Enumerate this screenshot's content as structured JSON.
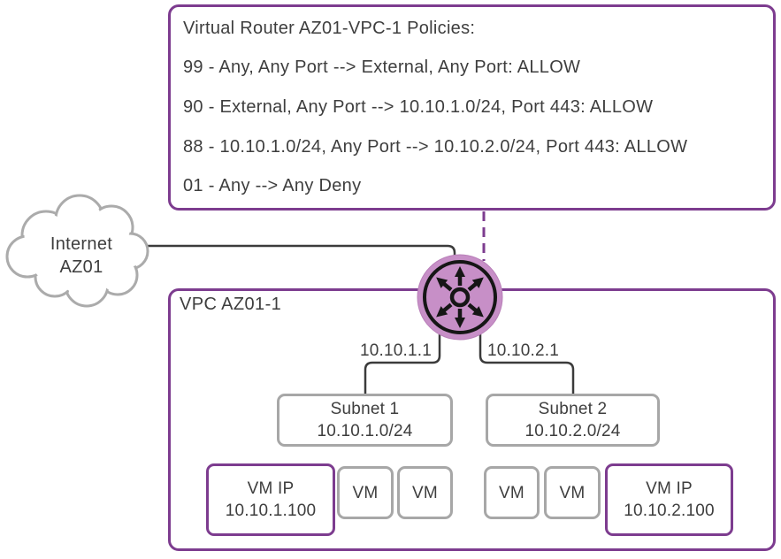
{
  "colors": {
    "accent_purple": "#7d3c8f",
    "router_fill": "#c78fc7",
    "gray_border": "#a7a7a7",
    "line_dark": "#3b3b3b",
    "text": "#3e3e3e"
  },
  "icons": {
    "router": "router-icon",
    "internet_cloud": "cloud-icon"
  },
  "policies_box": {
    "title": "Virtual Router AZ01-VPC-1 Policies:",
    "rules": [
      "99 - Any, Any Port --> External, Any Port: ALLOW",
      "90 - External, Any Port --> 10.10.1.0/24, Port 443: ALLOW",
      "88 - 10.10.1.0/24, Any Port --> 10.10.2.0/24, Port 443: ALLOW",
      "01 - Any --> Any Deny"
    ]
  },
  "internet_cloud": {
    "line1": "Internet",
    "line2": "AZ01"
  },
  "vpc": {
    "label": "VPC AZ01-1",
    "router_interfaces": [
      {
        "ip": "10.10.1.1"
      },
      {
        "ip": "10.10.2.1"
      }
    ],
    "subnets": [
      {
        "name": "Subnet 1",
        "cidr": "10.10.1.0/24",
        "vms": [
          {
            "label": "VM IP",
            "ip": "10.10.1.100",
            "highlighted": true
          },
          {
            "label": "VM"
          },
          {
            "label": "VM"
          }
        ]
      },
      {
        "name": "Subnet 2",
        "cidr": "10.10.2.0/24",
        "vms": [
          {
            "label": "VM"
          },
          {
            "label": "VM"
          },
          {
            "label": "VM IP",
            "ip": "10.10.2.100",
            "highlighted": true
          }
        ]
      }
    ]
  }
}
